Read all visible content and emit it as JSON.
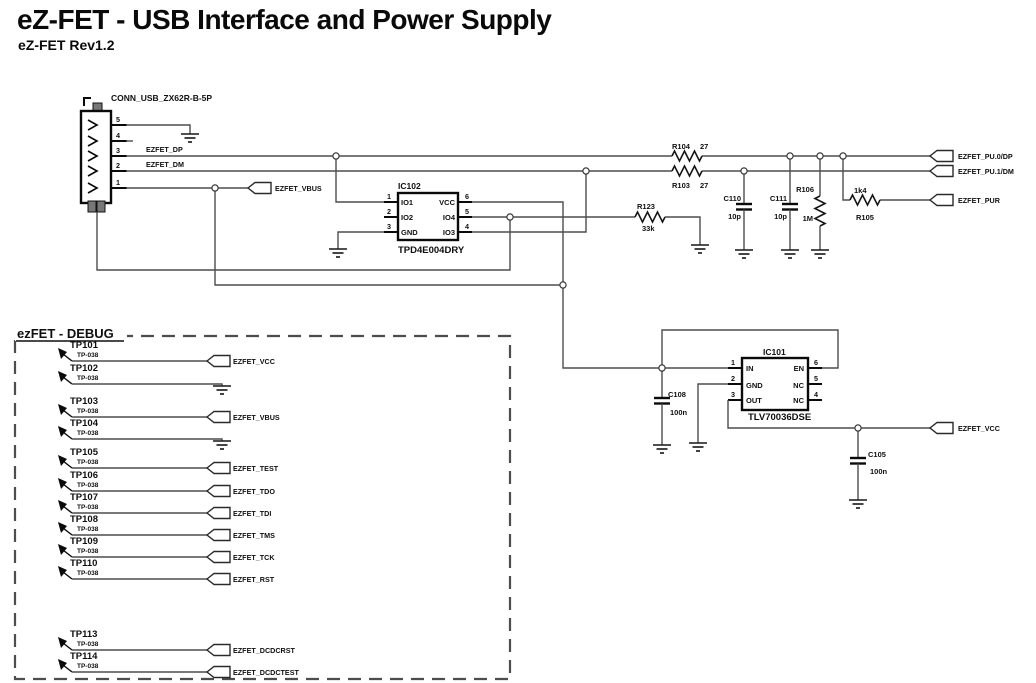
{
  "title": "eZ-FET - USB Interface and Power Supply",
  "subtitle": "eZ-FET Rev1.2",
  "colors": {
    "ink": "#0f0f0f",
    "wire": "#4d4d4d",
    "background": "#ffffff"
  },
  "usb_connector": {
    "ref": "CONN_USB_ZX62R-B-5P",
    "pin_numbers": [
      "5",
      "4",
      "3",
      "2",
      "1"
    ]
  },
  "net_labels": {
    "dp": "EZFET_DP",
    "dm": "EZFET_DM",
    "vbus": "EZFET_VBUS",
    "pu0dp": "EZFET_PU.0/DP",
    "pu1dm": "EZFET_PU.1/DM",
    "pur": "EZFET_PUR",
    "vcc": "EZFET_VCC"
  },
  "ic102": {
    "ref": "IC102",
    "part": "TPD4E004DRY",
    "pins": {
      "p1": {
        "num": "1",
        "name": "IO1"
      },
      "p2": {
        "num": "2",
        "name": "IO2"
      },
      "p3": {
        "num": "3",
        "name": "GND"
      },
      "p4": {
        "num": "4",
        "name": "IO3"
      },
      "p5": {
        "num": "5",
        "name": "IO4"
      },
      "p6": {
        "num": "6",
        "name": "VCC"
      }
    }
  },
  "ic101": {
    "ref": "IC101",
    "part": "TLV70036DSE",
    "pins": {
      "p1": {
        "num": "1",
        "name": "IN"
      },
      "p2": {
        "num": "2",
        "name": "GND"
      },
      "p3": {
        "num": "3",
        "name": "OUT"
      },
      "p4": {
        "num": "4",
        "name": "NC"
      },
      "p5": {
        "num": "5",
        "name": "NC"
      },
      "p6": {
        "num": "6",
        "name": "EN"
      }
    }
  },
  "resistors": {
    "r104": {
      "ref": "R104",
      "value": "27"
    },
    "r103": {
      "ref": "R103",
      "value": "27"
    },
    "r123": {
      "ref": "R123",
      "value": "33k"
    },
    "r106": {
      "ref": "R106",
      "value": "1M"
    },
    "r105": {
      "ref": "R105",
      "value": "1k4"
    }
  },
  "capacitors": {
    "c110": {
      "ref": "C110",
      "value": "10p"
    },
    "c111": {
      "ref": "C111",
      "value": "10p"
    },
    "c108": {
      "ref": "C108",
      "value": "100n"
    },
    "c105": {
      "ref": "C105",
      "value": "100n"
    }
  },
  "debug": {
    "title": "ezFET - DEBUG",
    "testpoints": [
      {
        "name": "TP101",
        "type": "TP-038",
        "net": "EZFET_VCC"
      },
      {
        "name": "TP102",
        "type": "TP-038",
        "net": ""
      },
      {
        "name": "TP103",
        "type": "TP-038",
        "net": "EZFET_VBUS"
      },
      {
        "name": "TP104",
        "type": "TP-038",
        "net": ""
      },
      {
        "name": "TP105",
        "type": "TP-038",
        "net": "EZFET_TEST"
      },
      {
        "name": "TP106",
        "type": "TP-038",
        "net": "EZFET_TDO"
      },
      {
        "name": "TP107",
        "type": "TP-038",
        "net": "EZFET_TDI"
      },
      {
        "name": "TP108",
        "type": "TP-038",
        "net": "EZFET_TMS"
      },
      {
        "name": "TP109",
        "type": "TP-038",
        "net": "EZFET_TCK"
      },
      {
        "name": "TP110",
        "type": "TP-038",
        "net": "EZFET_RST"
      },
      {
        "name": "TP113",
        "type": "TP-038",
        "net": "EZFET_DCDCRST"
      },
      {
        "name": "TP114",
        "type": "TP-038",
        "net": "EZFET_DCDCTEST"
      }
    ]
  }
}
